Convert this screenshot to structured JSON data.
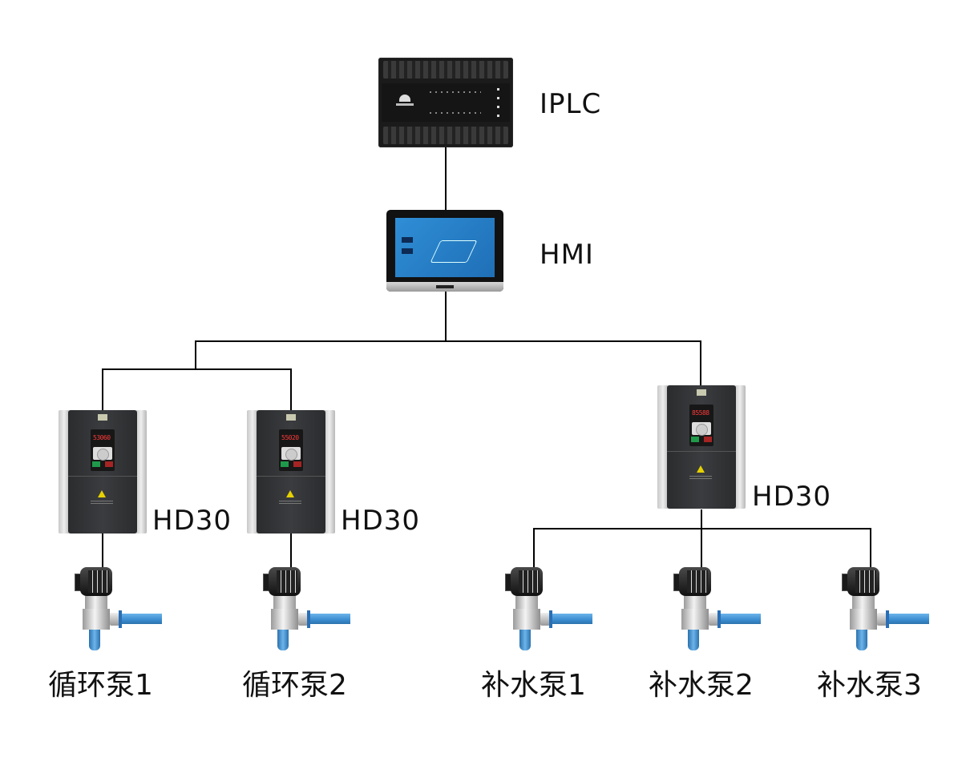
{
  "diagram": {
    "title": "",
    "controller": {
      "id": "iplc",
      "label": "IPLC",
      "icon": "plc-device-icon"
    },
    "hmi": {
      "id": "hmi",
      "label": "HMI",
      "icon": "touchscreen-hmi-icon"
    },
    "drives": [
      {
        "id": "vfd-1",
        "label": "HD30",
        "display": "53060",
        "icon": "inverter-icon"
      },
      {
        "id": "vfd-2",
        "label": "HD30",
        "display": "55020",
        "icon": "inverter-icon"
      },
      {
        "id": "vfd-3",
        "label": "HD30",
        "display": "85588",
        "icon": "inverter-icon"
      }
    ],
    "pumps": [
      {
        "id": "pump-c1",
        "label": "循环泵1",
        "drive": "vfd-1",
        "icon": "pump-icon"
      },
      {
        "id": "pump-c2",
        "label": "循环泵2",
        "drive": "vfd-2",
        "icon": "pump-icon"
      },
      {
        "id": "pump-m1",
        "label": "补水泵1",
        "drive": "vfd-3",
        "icon": "pump-icon"
      },
      {
        "id": "pump-m2",
        "label": "补水泵2",
        "drive": "vfd-3",
        "icon": "pump-icon"
      },
      {
        "id": "pump-m3",
        "label": "补水泵3",
        "drive": "vfd-3",
        "icon": "pump-icon"
      }
    ],
    "connections": [
      [
        "iplc",
        "hmi"
      ],
      [
        "hmi",
        "vfd-1"
      ],
      [
        "hmi",
        "vfd-2"
      ],
      [
        "hmi",
        "vfd-3"
      ],
      [
        "vfd-1",
        "pump-c1"
      ],
      [
        "vfd-2",
        "pump-c2"
      ],
      [
        "vfd-3",
        "pump-m1"
      ],
      [
        "vfd-3",
        "pump-m2"
      ],
      [
        "vfd-3",
        "pump-m3"
      ]
    ],
    "colors": {
      "wire": "#000000",
      "pipe": "#3a8dd0",
      "display_led": "#ff3b3b",
      "hmi_screen": "#2f8ed6"
    }
  }
}
